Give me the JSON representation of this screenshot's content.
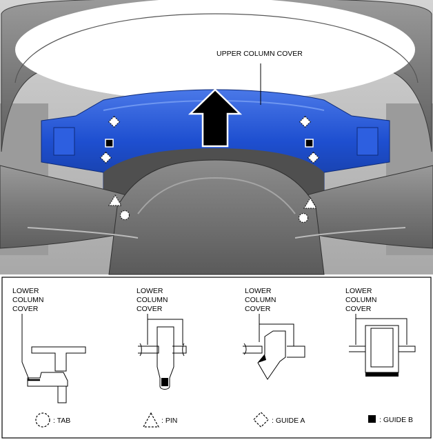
{
  "callout": {
    "upper_column_cover": "UPPER COLUMN COVER"
  },
  "details": [
    {
      "line1": "LOWER",
      "line2": "COLUMN",
      "line3": "COVER"
    },
    {
      "line1": "LOWER",
      "line2": "COLUMN",
      "line3": "COVER"
    },
    {
      "line1": "LOWER",
      "line2": "COLUMN",
      "line3": "COVER"
    },
    {
      "line1": "LOWER",
      "line2": "COLUMN",
      "line3": "COVER"
    }
  ],
  "legend": {
    "tab": ": TAB",
    "pin": ": PIN",
    "guide_a": ": GUIDE A",
    "guide_b": ": GUIDE B"
  },
  "colors": {
    "cover_blue": "#1e4fd0",
    "wheel_grey": "#8a8a8a",
    "background_grey": "#bdbdbd"
  }
}
